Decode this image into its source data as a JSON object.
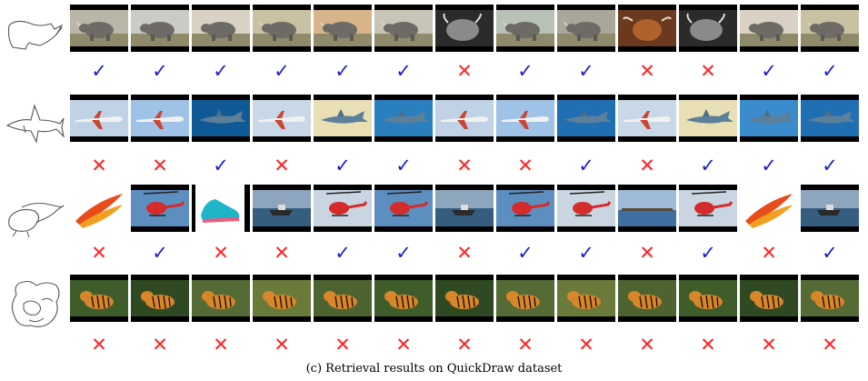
{
  "caption": "(c) Retrieval results on QuickDraw dataset",
  "check_glyph": "✓",
  "cross_glyph": "✕",
  "colors": {
    "check": "#1c1cd6",
    "cross": "#ff2222"
  },
  "rows": [
    {
      "sketch": "rhinoceros-sketch",
      "results": [
        {
          "image": "rhinoceros",
          "correct": true
        },
        {
          "image": "rhinoceros",
          "correct": true
        },
        {
          "image": "rhinoceros",
          "correct": true
        },
        {
          "image": "rhinoceros",
          "correct": true
        },
        {
          "image": "rhinoceros",
          "correct": true
        },
        {
          "image": "rhinoceros",
          "correct": true
        },
        {
          "image": "yak",
          "correct": false
        },
        {
          "image": "rhinoceros",
          "correct": true
        },
        {
          "image": "rhinoceros",
          "correct": true
        },
        {
          "image": "highland-cow",
          "correct": false
        },
        {
          "image": "yak",
          "correct": false
        },
        {
          "image": "rhinoceros",
          "correct": true
        },
        {
          "image": "rhinoceros",
          "correct": true
        }
      ]
    },
    {
      "sketch": "shark-sketch",
      "results": [
        {
          "image": "airplane",
          "correct": false
        },
        {
          "image": "airplane",
          "correct": false
        },
        {
          "image": "shark",
          "correct": true
        },
        {
          "image": "airplane",
          "correct": false
        },
        {
          "image": "shark",
          "correct": true
        },
        {
          "image": "shark",
          "correct": true
        },
        {
          "image": "airplane",
          "correct": false
        },
        {
          "image": "airplane",
          "correct": false
        },
        {
          "image": "shark",
          "correct": true
        },
        {
          "image": "airplane",
          "correct": false
        },
        {
          "image": "shark",
          "correct": true
        },
        {
          "image": "shark",
          "correct": true
        },
        {
          "image": "shark",
          "correct": true
        }
      ]
    },
    {
      "sketch": "helicopter-sketch",
      "results": [
        {
          "image": "feathers",
          "correct": false
        },
        {
          "image": "helicopter",
          "correct": true
        },
        {
          "image": "sneaker",
          "correct": false
        },
        {
          "image": "boat",
          "correct": false
        },
        {
          "image": "helicopter",
          "correct": true
        },
        {
          "image": "helicopter",
          "correct": true
        },
        {
          "image": "boat",
          "correct": false
        },
        {
          "image": "helicopter",
          "correct": true
        },
        {
          "image": "helicopter",
          "correct": true
        },
        {
          "image": "pier",
          "correct": false
        },
        {
          "image": "helicopter",
          "correct": true
        },
        {
          "image": "feathers",
          "correct": false
        },
        {
          "image": "boat",
          "correct": true
        }
      ]
    },
    {
      "sketch": "tiger-sketch",
      "results": [
        {
          "image": "tiger",
          "correct": false
        },
        {
          "image": "tiger",
          "correct": false
        },
        {
          "image": "tiger",
          "correct": false
        },
        {
          "image": "tiger",
          "correct": false
        },
        {
          "image": "tiger",
          "correct": false
        },
        {
          "image": "tiger",
          "correct": false
        },
        {
          "image": "tiger",
          "correct": false
        },
        {
          "image": "tiger",
          "correct": false
        },
        {
          "image": "tiger",
          "correct": false
        },
        {
          "image": "tiger",
          "correct": false
        },
        {
          "image": "tiger",
          "correct": false
        },
        {
          "image": "tiger",
          "correct": false
        },
        {
          "image": "tiger",
          "correct": false
        }
      ]
    }
  ]
}
